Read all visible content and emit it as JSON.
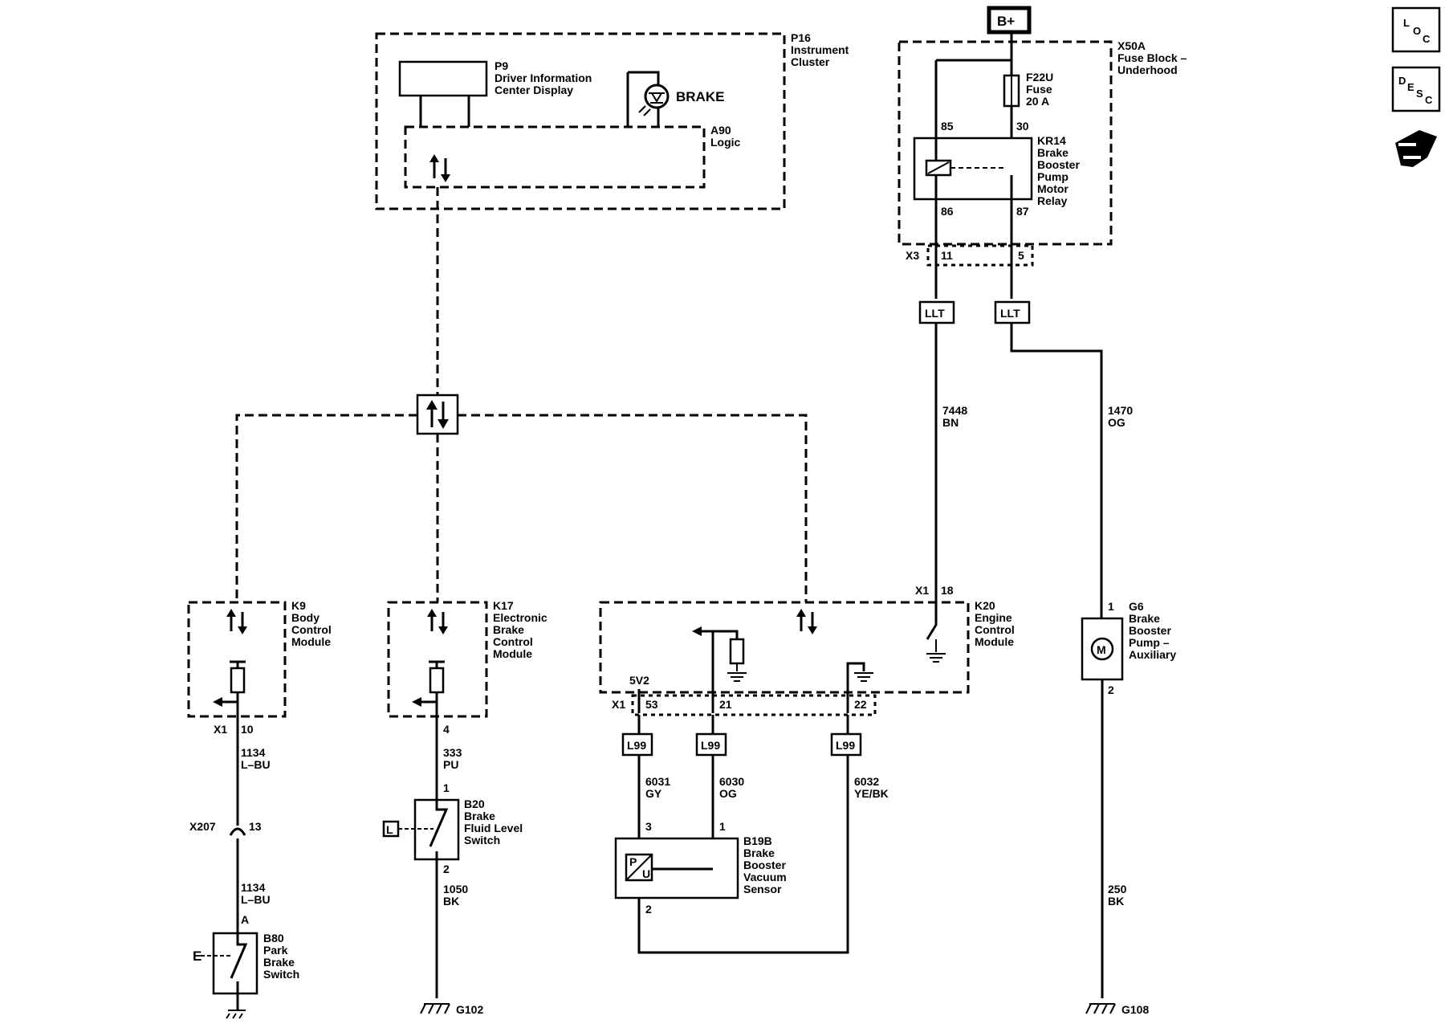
{
  "power": {
    "label": "B+"
  },
  "nav_icons": {
    "loc": {
      "l1": "L",
      "l2": "O",
      "l3": "C"
    },
    "desc": {
      "l1": "D",
      "l2": "E",
      "l3": "S",
      "l4": "C"
    }
  },
  "cluster": {
    "ref": "P16",
    "name_line1": "Instrument",
    "name_line2": "Cluster",
    "display_ref": "P9",
    "display_line1": "Driver Information",
    "display_line2": "Center Display",
    "brake_label": "BRAKE",
    "logic_ref": "A90",
    "logic_name": "Logic"
  },
  "fuse_block": {
    "ref": "X50A",
    "name_line1": "Fuse Block –",
    "name_line2": "Underhood",
    "fuse_ref": "F22U",
    "fuse_name": "Fuse",
    "fuse_rating": "20 A",
    "relay_ref": "KR14",
    "relay_line1": "Brake",
    "relay_line2": "Booster",
    "relay_line3": "Pump",
    "relay_line4": "Motor",
    "relay_line5": "Relay",
    "pin_85": "85",
    "pin_30": "30",
    "pin_86": "86",
    "pin_87": "87",
    "connector": "X3",
    "conn_pin_11": "11",
    "conn_pin_5": "5"
  },
  "splices": {
    "left": "LLT",
    "right": "LLT",
    "l99": "L99"
  },
  "circuits": {
    "c7448": {
      "num": "7448",
      "color": "BN"
    },
    "c1470": {
      "num": "1470",
      "color": "OG"
    },
    "c1134a": {
      "num": "1134",
      "color": "L–BU"
    },
    "c1134b": {
      "num": "1134",
      "color": "L–BU"
    },
    "c333": {
      "num": "333",
      "color": "PU"
    },
    "c1050": {
      "num": "1050",
      "color": "BK"
    },
    "c6031": {
      "num": "6031",
      "color": "GY"
    },
    "c6030": {
      "num": "6030",
      "color": "OG"
    },
    "c6032": {
      "num": "6032",
      "color": "YE/BK"
    },
    "c250": {
      "num": "250",
      "color": "BK"
    }
  },
  "bcm": {
    "ref": "K9",
    "line1": "Body",
    "line2": "Control",
    "line3": "Module",
    "connector": "X1",
    "pin": "10"
  },
  "ebcm": {
    "ref": "K17",
    "line1": "Electronic",
    "line2": "Brake",
    "line3": "Control",
    "line4": "Module",
    "pin": "4"
  },
  "ecm": {
    "ref": "K20",
    "line1": "Engine",
    "line2": "Control",
    "line3": "Module",
    "connector_top": "X1",
    "pin_18": "18",
    "v_label": "5V2",
    "connector_bottom": "X1",
    "pin_53": "53",
    "pin_21": "21",
    "pin_22": "22"
  },
  "pump": {
    "ref": "G6",
    "line1": "Brake",
    "line2": "Booster",
    "line3": "Pump –",
    "line4": "Auxiliary",
    "pin_1": "1",
    "pin_2": "2",
    "motor": "M"
  },
  "inline_conn": {
    "ref": "X207",
    "pin": "13"
  },
  "park_switch": {
    "ref": "B80",
    "line1": "Park",
    "line2": "Brake",
    "line3": "Switch",
    "pin": "A",
    "actuator": "E"
  },
  "fluid_switch": {
    "ref": "B20",
    "line1": "Brake",
    "line2": "Fluid Level",
    "line3": "Switch",
    "pin_1": "1",
    "pin_2": "2",
    "actuator": "L"
  },
  "vac_sensor": {
    "ref": "B19B",
    "line1": "Brake",
    "line2": "Booster",
    "line3": "Vacuum",
    "line4": "Sensor",
    "pin_3": "3",
    "pin_1": "1",
    "pin_2": "2",
    "p": "P",
    "u": "U"
  },
  "grounds": {
    "g102": "G102",
    "g108": "G108"
  }
}
